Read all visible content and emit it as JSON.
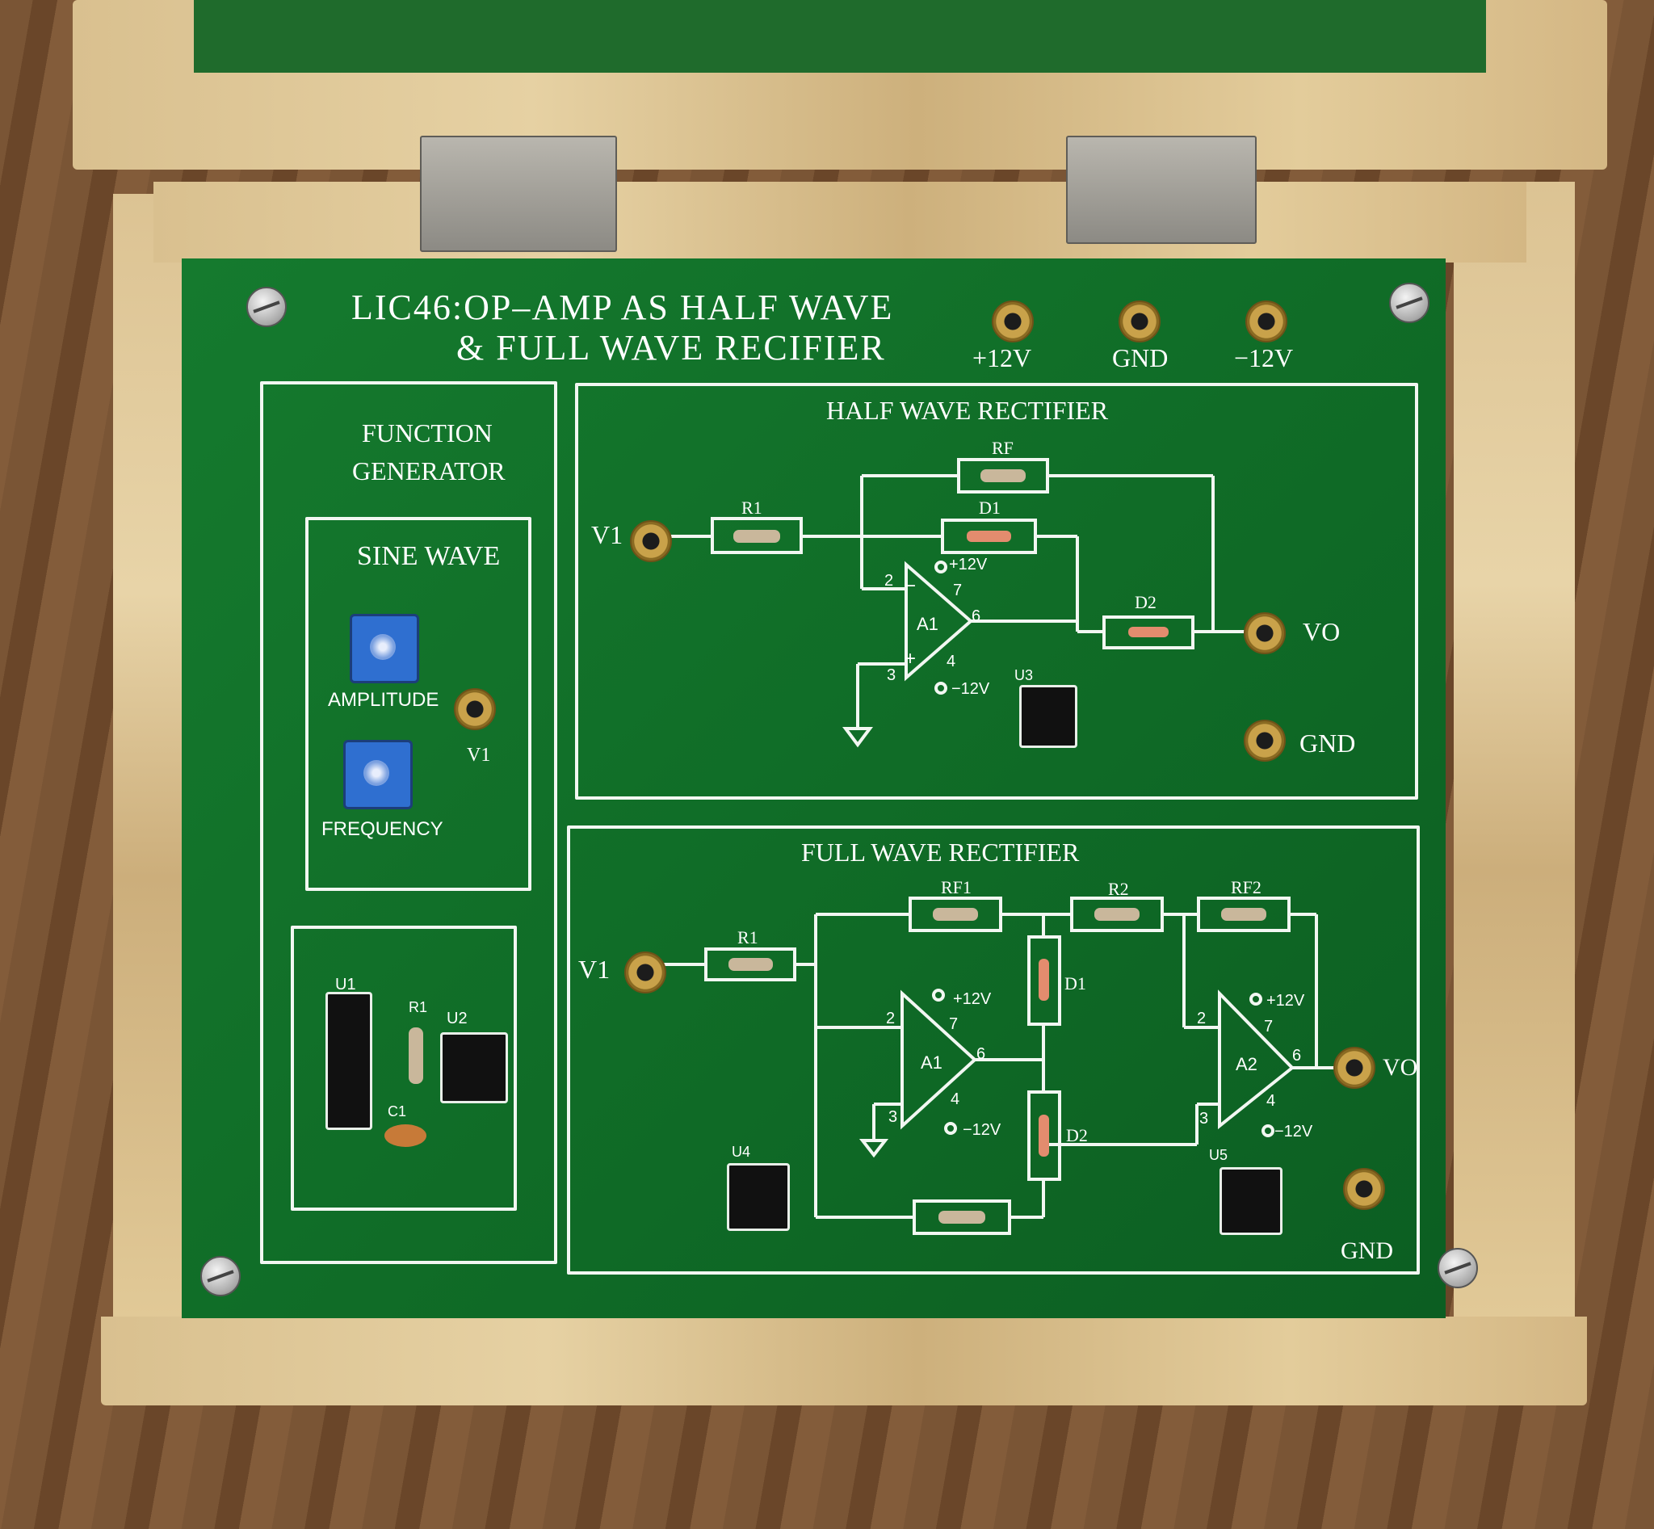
{
  "board": {
    "title_line1": "LIC46:OP–AMP AS HALF WAVE",
    "title_line2": "& FULL WAVE RECIFIER",
    "power": {
      "plus": "+12V",
      "gnd": "GND",
      "minus": "−12V"
    }
  },
  "function_generator": {
    "title_line1": "FUNCTION",
    "title_line2": "GENERATOR",
    "sine_wave": "SINE WAVE",
    "amplitude": "AMPLITUDE",
    "frequency": "FREQUENCY",
    "v1": "V1",
    "u1": "U1",
    "u2": "U2",
    "r1": "R1",
    "c1": "C1"
  },
  "half_wave": {
    "title": "HALF WAVE RECTIFIER",
    "v1": "V1",
    "r1": "R1",
    "rf": "RF",
    "d1": "D1",
    "d2": "D2",
    "a1": "A1",
    "vo": "VO",
    "gnd": "GND",
    "u3": "U3",
    "pin2": "2",
    "pin3": "3",
    "pin4": "4",
    "pin6": "6",
    "pin7": "7",
    "plus12": "+12V",
    "minus12": "−12V",
    "minus_sign": "−",
    "plus_sign": "+"
  },
  "full_wave": {
    "title": "FULL WAVE RECTIFIER",
    "v1": "V1",
    "r1": "R1",
    "rf1": "RF1",
    "r2": "R2",
    "rf2": "RF2",
    "d1": "D1",
    "d2": "D2",
    "a1": "A1",
    "a2": "A2",
    "vo": "VO",
    "gnd": "GND",
    "u4": "U4",
    "u5": "U5",
    "pin2": "2",
    "pin3": "3",
    "pin4": "4",
    "pin6": "6",
    "pin7": "7",
    "plus12": "+12V",
    "minus12": "−12V"
  }
}
